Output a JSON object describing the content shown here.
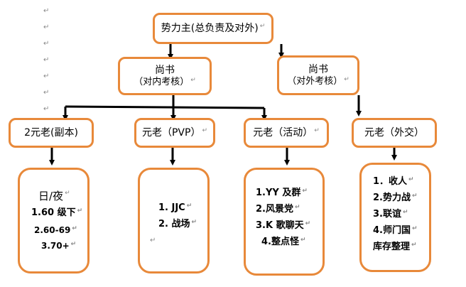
{
  "diagram": {
    "return_mark": "↵",
    "root": {
      "label": "势力主(总负责及对外)"
    },
    "secretaries": [
      {
        "title": "尚书",
        "subtitle": "（对内考核）"
      },
      {
        "title": "尚书",
        "subtitle": "（对外考核）"
      }
    ],
    "elders": [
      {
        "label": "2元老(副本)"
      },
      {
        "label": "元老（PVP）"
      },
      {
        "label": "元老（活动）"
      },
      {
        "label": "元老（外交）"
      }
    ],
    "duties": [
      {
        "lines": [
          "日/夜",
          "1.60 级下",
          "2.60-69",
          "3.70+"
        ]
      },
      {
        "lines": [
          "1.    JJC",
          "2.    战场"
        ]
      },
      {
        "lines": [
          "1.YY 及群",
          "2.风景党",
          "3.K 歌聊天",
          "4.整点怪"
        ]
      },
      {
        "lines": [
          "1．收人",
          "2.势力战",
          "3.联谊",
          "4.师门国",
          "库存整理"
        ]
      }
    ],
    "colors": {
      "box_border": "#e8893a",
      "connector": "#000000"
    }
  }
}
